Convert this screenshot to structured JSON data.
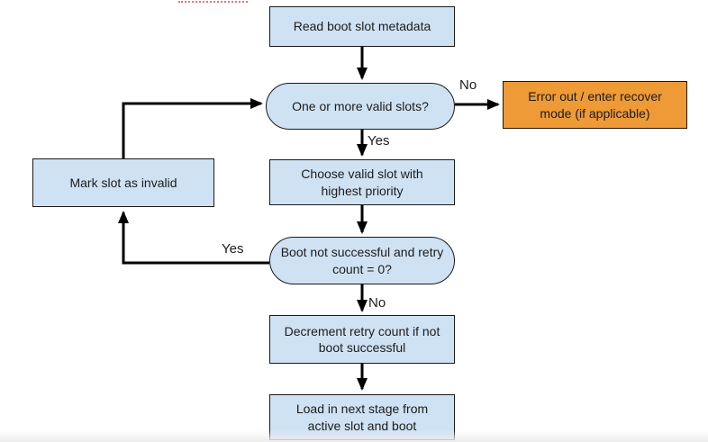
{
  "diagram": {
    "nodes": {
      "read_metadata": {
        "label": "Read boot slot metadata",
        "type": "process"
      },
      "valid_slots": {
        "label": "One or more valid slots?",
        "type": "decision"
      },
      "error_recover": {
        "label": "Error out / enter recover mode (if applicable)",
        "type": "process"
      },
      "choose_slot": {
        "label": "Choose valid slot with highest priority",
        "type": "process"
      },
      "mark_invalid": {
        "label": "Mark slot as invalid",
        "type": "process"
      },
      "boot_retry_check": {
        "label": "Boot not successful and retry count = 0?",
        "type": "decision"
      },
      "decrement_retry": {
        "label": "Decrement retry count if not boot successful",
        "type": "process"
      },
      "load_next_stage": {
        "label": "Load in next stage from active slot and boot",
        "type": "process"
      }
    },
    "edge_labels": {
      "valid_slots_no": "No",
      "valid_slots_yes": "Yes",
      "boot_check_yes": "Yes",
      "boot_check_no": "No"
    },
    "edges": [
      {
        "from": "read_metadata",
        "to": "valid_slots",
        "label": ""
      },
      {
        "from": "valid_slots",
        "to": "error_recover",
        "label": "No"
      },
      {
        "from": "valid_slots",
        "to": "choose_slot",
        "label": "Yes"
      },
      {
        "from": "choose_slot",
        "to": "boot_retry_check",
        "label": ""
      },
      {
        "from": "boot_retry_check",
        "to": "mark_invalid",
        "label": "Yes"
      },
      {
        "from": "mark_invalid",
        "to": "valid_slots",
        "label": ""
      },
      {
        "from": "boot_retry_check",
        "to": "decrement_retry",
        "label": "No"
      },
      {
        "from": "decrement_retry",
        "to": "load_next_stage",
        "label": ""
      }
    ],
    "colors": {
      "process_fill": "#cfe2f3",
      "error_fill": "#ee9a36",
      "shape_border": "#1a1a1a",
      "arrow": "#000000",
      "text": "#1c1c1c",
      "artifact_dotted": "#e57373"
    }
  }
}
